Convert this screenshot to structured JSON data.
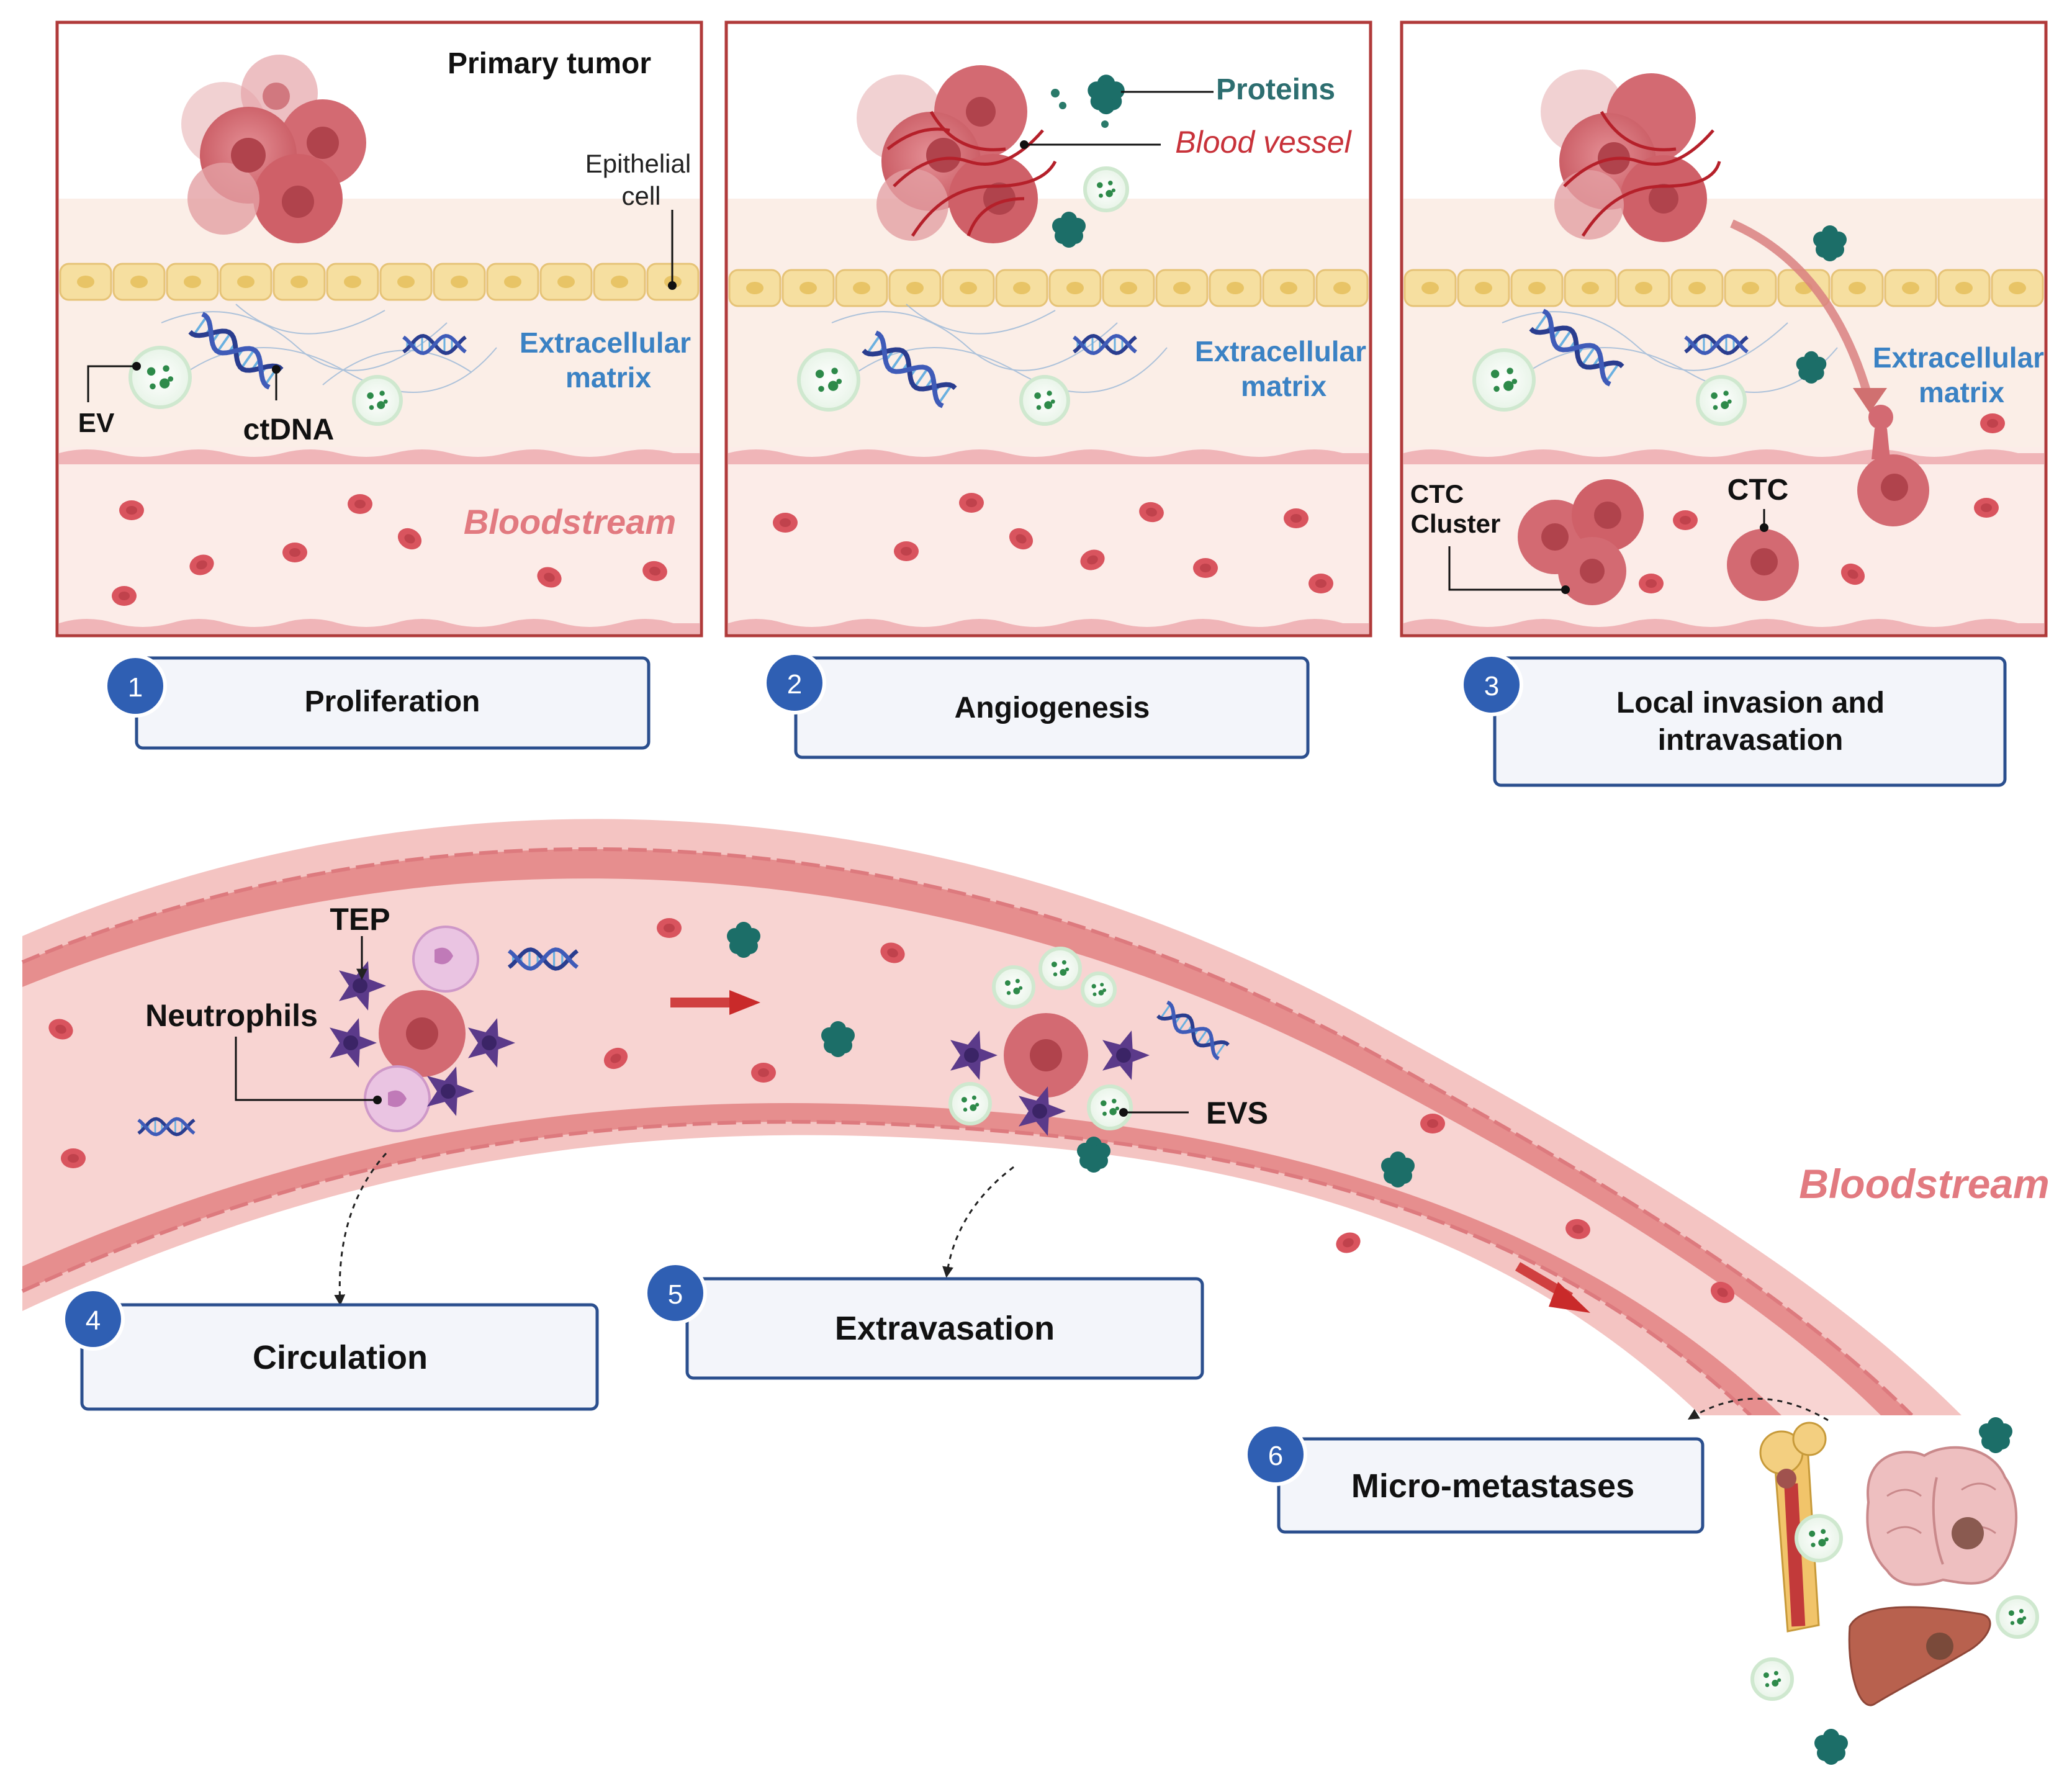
{
  "panels": {
    "p1": {
      "title": "Primary tumor",
      "epithelial_line1": "Epithelial",
      "epithelial_line2": "cell",
      "ecm_line1": "Extracellular",
      "ecm_line2": "matrix",
      "ev": "EV",
      "ctdna": "ctDNA",
      "bloodstream": "Bloodstream"
    },
    "p2": {
      "proteins": "Proteins",
      "blood_vessel": "Blood vessel",
      "ecm_line1": "Extracellular",
      "ecm_line2": "matrix"
    },
    "p3": {
      "ecm_line1": "Extracellular",
      "ecm_line2": "matrix",
      "ctc_cluster_line1": "CTC",
      "ctc_cluster_line2": "Cluster",
      "ctc": "CTC"
    }
  },
  "steps": [
    {
      "number": "1",
      "label": "Proliferation"
    },
    {
      "number": "2",
      "label": "Angiogenesis"
    },
    {
      "number": "3",
      "label_line1": "Local invasion and",
      "label_line2": "intravasation"
    },
    {
      "number": "4",
      "label": "Circulation"
    },
    {
      "number": "5",
      "label": "Extravasation"
    },
    {
      "number": "6",
      "label": "Micro-metastases"
    }
  ],
  "vessel": {
    "tep": "TEP",
    "neutrophils": "Neutrophils",
    "evs": "EVS",
    "bloodstream": "Bloodstream"
  },
  "colors": {
    "panel_border": "#b03a3a",
    "tissue_bg": "#fbeee7",
    "epithelial": "#f6dfa0",
    "bloodstream_text": "#e27a80",
    "ecm_text": "#3b82c4",
    "proteins_text": "#2d6e70",
    "vessel_text": "#c8323a",
    "step_circle": "#2f5fb3",
    "step_box_border": "#2b4f8e",
    "step_box_fill": "#f3f5fa",
    "rbc": "#d9545e",
    "tumor": "#d0646a",
    "protein": "#1c6e68",
    "platelet": "#5b3a8a",
    "dna": "#2a3d8f"
  }
}
